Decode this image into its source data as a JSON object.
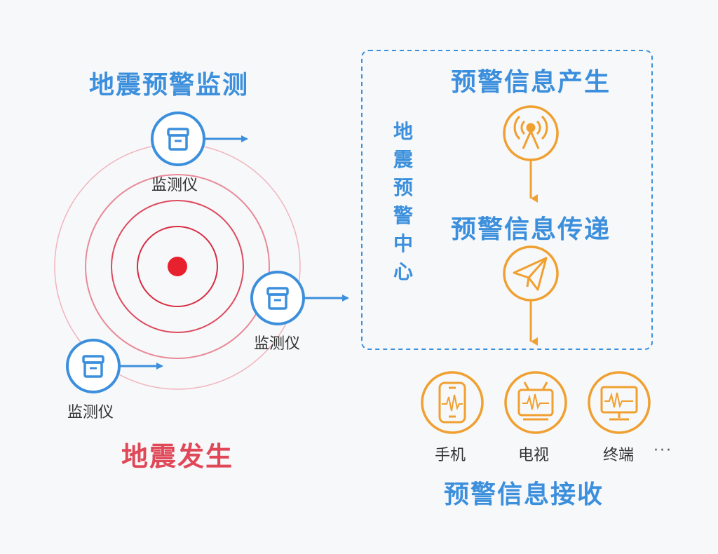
{
  "monitoring": {
    "title": "地震预警监测",
    "instrument_label": "监测仪",
    "instrument_icon": "box-icon"
  },
  "earthquake": {
    "title": "地震发生",
    "epicenter_color": "#e8212e"
  },
  "center": {
    "label": "地震预警中心",
    "generate_title": "预警信息产生",
    "generate_icon": "broadcast-antenna-icon",
    "transmit_title": "预警信息传递",
    "transmit_icon": "paper-plane-icon"
  },
  "receivers": {
    "title": "预警信息接收",
    "devices": [
      {
        "label": "手机",
        "icon": "phone-icon"
      },
      {
        "label": "电视",
        "icon": "tv-icon"
      },
      {
        "label": "终端",
        "icon": "monitor-icon"
      }
    ],
    "more": "···"
  },
  "colors": {
    "blue": "#3b8fdc",
    "orange": "#f0a030",
    "red": "#e04858"
  }
}
